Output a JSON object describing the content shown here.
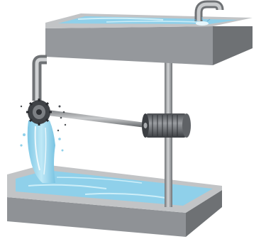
{
  "diagram": {
    "colors": {
      "tank_top": "#b9bbbd",
      "tank_front": "#8c8f93",
      "tank_side": "#6e7174",
      "water": "#8fd0ea",
      "water_light": "#cdeef8",
      "pipe": "#a3a6a9",
      "pipe_dark": "#6f7275",
      "motor": "#55585c",
      "motor_light": "#8a8d91",
      "wheel": "#3f4246"
    },
    "components": [
      "upper-tank",
      "lower-tank",
      "inlet-pipe",
      "outlet-pipe",
      "vertical-support-pipe",
      "water-wheel",
      "drive-shaft",
      "electric-motor",
      "falling-water"
    ]
  }
}
